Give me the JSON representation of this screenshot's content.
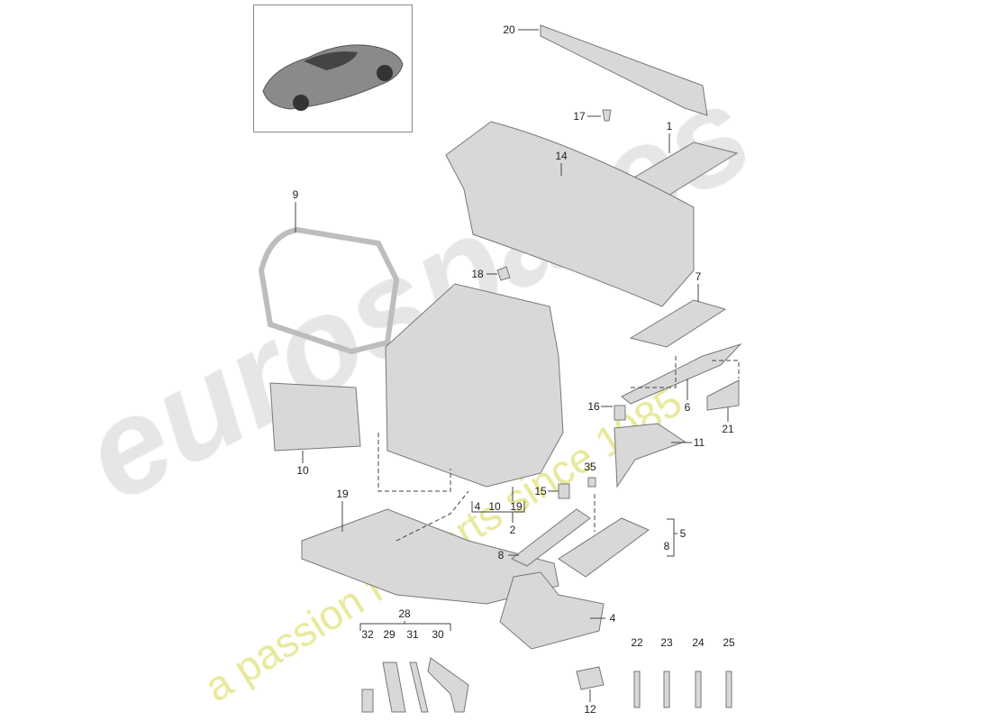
{
  "watermark": {
    "logo": "eurospares",
    "tagline": "a passion for parts since 1985",
    "tagline_color": "#e8e89a",
    "logo_color": "#e6e6e6"
  },
  "thumbnail": {
    "icon": "car-thumbnail-icon"
  },
  "callouts": {
    "c20": "20",
    "c17": "17",
    "c1": "1",
    "c14": "14",
    "c9": "9",
    "c18": "18",
    "c7": "7",
    "c16": "16",
    "c6": "6",
    "c21": "21",
    "c11": "11",
    "c10": "10",
    "c35": "35",
    "c15": "15",
    "c19": "19",
    "g2_4": "4",
    "g2_10": "10",
    "g2_19": "19",
    "c2": "2",
    "c5": "5",
    "c8r": "8",
    "c8l": "8",
    "c4": "4",
    "c28": "28",
    "c32": "32",
    "c29": "29",
    "c31": "31",
    "c30": "30",
    "c12": "12",
    "c22": "22",
    "c23": "23",
    "c24": "24",
    "c25": "25"
  },
  "colors": {
    "part_fill": "#d8d8d8",
    "part_stroke": "#777777",
    "line": "#444444"
  }
}
